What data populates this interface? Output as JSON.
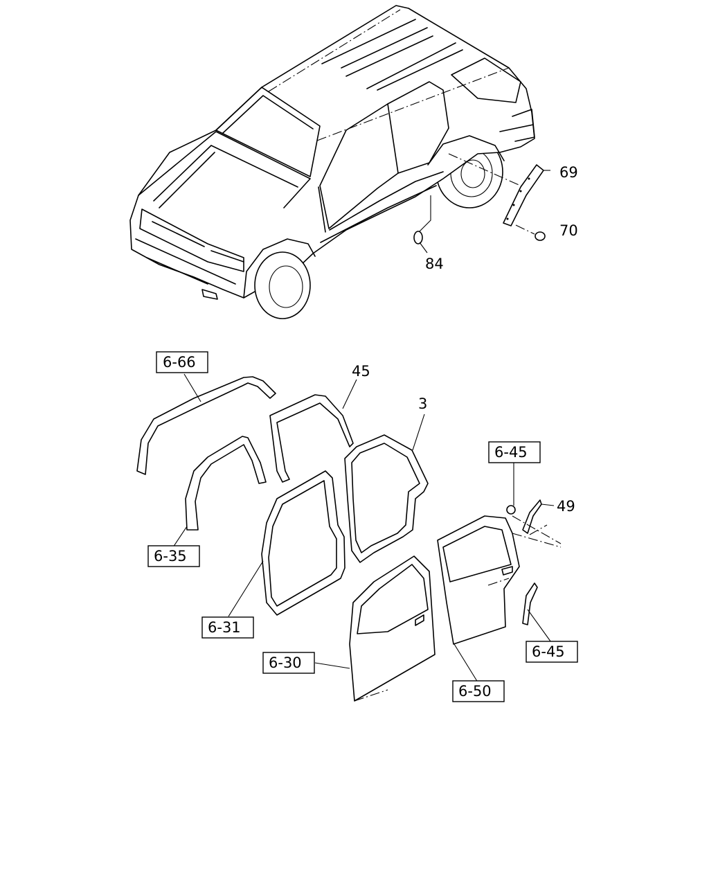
{
  "callouts": {
    "c69": "69",
    "c70": "70",
    "c84": "84",
    "c45": "45",
    "c3": "3",
    "c49": "49"
  },
  "refs": {
    "r6_66": "6-66",
    "r6_35": "6-35",
    "r6_31": "6-31",
    "r6_30": "6-30",
    "r6_45_top": "6-45",
    "r6_45_bottom": "6-45",
    "r6_50": "6-50"
  }
}
